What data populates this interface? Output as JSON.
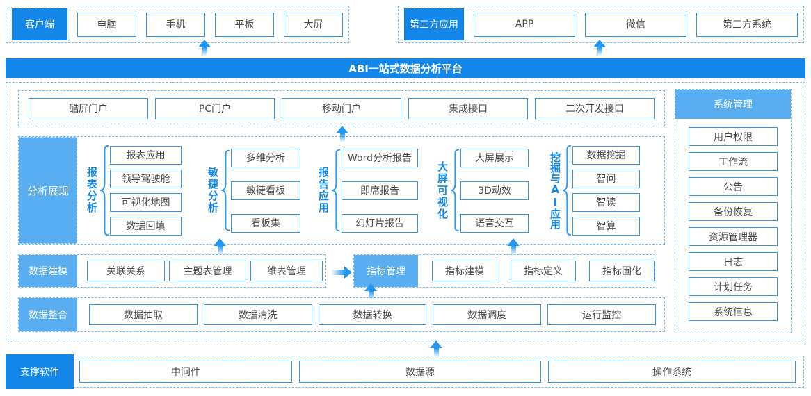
{
  "colors": {
    "primary": "#1287E9",
    "light_label": "#58AEF0",
    "box_border": "#2E97F2",
    "dashed_border": "#74BEF7",
    "box_text": "#4A4A4A",
    "group_label": "#1287E9",
    "arrow": "#2196F3"
  },
  "top": {
    "client": {
      "label": "客户端",
      "items": [
        "电脑",
        "手机",
        "平板",
        "大屏"
      ]
    },
    "third_party": {
      "label": "第三方应用",
      "items": [
        "APP",
        "微信",
        "第三方系统"
      ]
    }
  },
  "banner": {
    "title": "ABI一站式数据分析平台"
  },
  "portals": {
    "items": [
      "酷屏门户",
      "PC门户",
      "移动门户",
      "集成接口",
      "二次开发接口"
    ]
  },
  "analysis": {
    "label": "分析展现",
    "groups": [
      {
        "name": "报表分析",
        "items": [
          "报表应用",
          "领导驾驶舱",
          "可视化地图",
          "数据回填"
        ]
      },
      {
        "name": "敏捷分析",
        "items": [
          "多维分析",
          "敏捷看板",
          "看板集"
        ]
      },
      {
        "name": "报告应用",
        "items": [
          "Word分析报告",
          "即席报告",
          "幻灯片报告"
        ]
      },
      {
        "name": "大屏可视化",
        "items": [
          "大屏展示",
          "3D动效",
          "语音交互"
        ]
      },
      {
        "name": "挖掘与AI应用",
        "items": [
          "数据挖掘",
          "智问",
          "智读",
          "智算"
        ]
      }
    ]
  },
  "modeling": {
    "label": "数据建模",
    "items": [
      "关联关系",
      "主题表管理",
      "维表管理"
    ]
  },
  "metrics": {
    "label": "指标管理",
    "items": [
      "指标建模",
      "指标定义",
      "指标固化"
    ]
  },
  "integration": {
    "label": "数据整合",
    "items": [
      "数据抽取",
      "数据清洗",
      "数据转换",
      "数据调度",
      "运行监控"
    ]
  },
  "system": {
    "label": "系统管理",
    "items": [
      "用户权限",
      "工作流",
      "公告",
      "备份恢复",
      "资源管理器",
      "日志",
      "计划任务",
      "系统信息"
    ]
  },
  "support": {
    "label": "支撑软件",
    "items": [
      "中间件",
      "数据源",
      "操作系统"
    ]
  }
}
